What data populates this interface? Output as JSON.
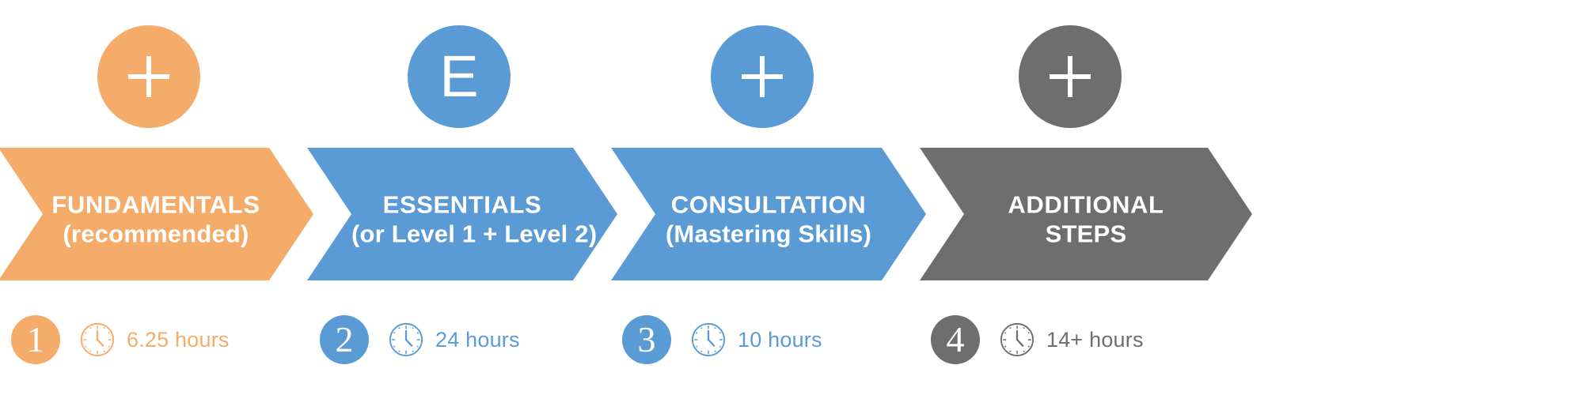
{
  "colors": {
    "orange": "#F5AC6B",
    "blue": "#5B9BD5",
    "gray": "#6E6E6E",
    "white": "#FFFFFF"
  },
  "steps": [
    {
      "number": "1",
      "badge_glyph": "plus-icon",
      "title": "FUNDAMENTALS",
      "subtitle": "(recommended)",
      "hours": "6.25 hours",
      "color": "#F5AC6B",
      "clock_icon": "clock-icon"
    },
    {
      "number": "2",
      "badge_glyph": "E",
      "title": "ESSENTIALS",
      "subtitle": "(or Level 1 + Level 2)",
      "hours": "24 hours",
      "color": "#5B9BD5",
      "clock_icon": "clock-icon"
    },
    {
      "number": "3",
      "badge_glyph": "plus-icon",
      "title": "CONSULTATION",
      "subtitle": "(Mastering Skills)",
      "hours": "10 hours",
      "color": "#5B9BD5",
      "clock_icon": "clock-icon"
    },
    {
      "number": "4",
      "badge_glyph": "plus-icon",
      "title": "ADDITIONAL",
      "subtitle": "STEPS",
      "hours": "14+ hours",
      "color": "#6E6E6E",
      "clock_icon": "clock-icon"
    }
  ]
}
